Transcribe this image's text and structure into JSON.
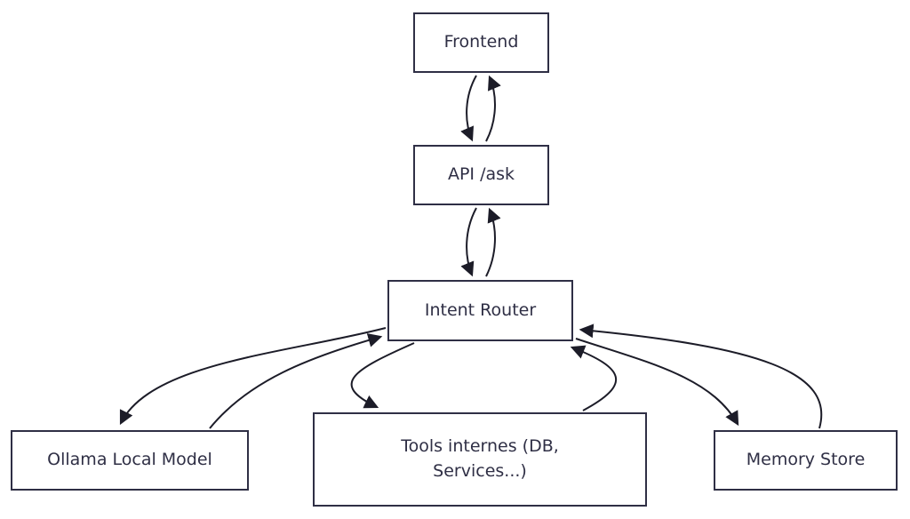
{
  "diagram": {
    "type": "flowchart",
    "direction": "top-down",
    "nodes": [
      {
        "id": "frontend",
        "label": "Frontend"
      },
      {
        "id": "api",
        "label": "API /ask"
      },
      {
        "id": "router",
        "label": "Intent Router"
      },
      {
        "id": "ollama",
        "label": "Ollama Local Model"
      },
      {
        "id": "tools",
        "label": "Tools internes (DB, Services...)"
      },
      {
        "id": "memory",
        "label": "Memory Store"
      }
    ],
    "edges": [
      {
        "from": "Frontend",
        "to": "API /ask",
        "bidirectional": true
      },
      {
        "from": "API /ask",
        "to": "Intent Router",
        "bidirectional": true
      },
      {
        "from": "Intent Router",
        "to": "Ollama Local Model",
        "bidirectional": true
      },
      {
        "from": "Intent Router",
        "to": "Tools internes (DB, Services...)",
        "bidirectional": true
      },
      {
        "from": "Intent Router",
        "to": "Memory Store",
        "bidirectional": true
      }
    ],
    "colors": {
      "node_fill": "#ffffff",
      "node_border": "#2f2f45",
      "text": "#2f2f45",
      "arrow": "#1c1c28",
      "background": "#ffffff"
    }
  }
}
